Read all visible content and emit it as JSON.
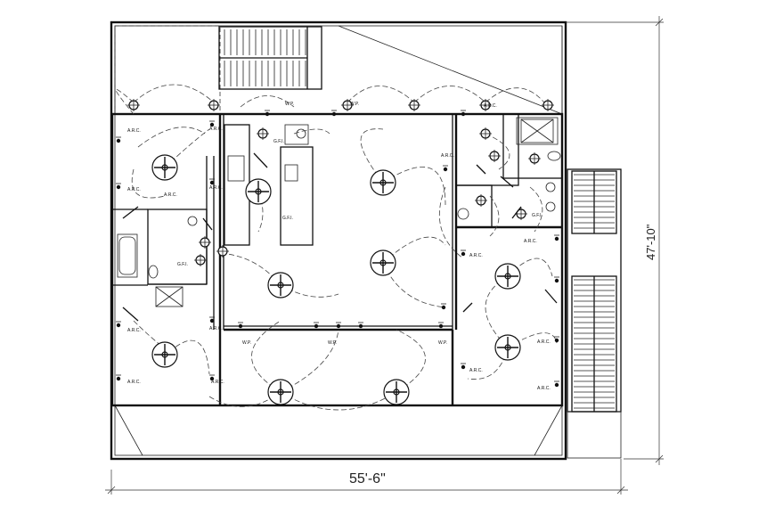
{
  "dimensions": {
    "width_label": "55'-6\"",
    "depth_label": "47'-10\""
  },
  "labels": {
    "arc": "A.R.C.",
    "gfi": "G.F.I.",
    "wp": "W.P."
  },
  "icons": [
    "ceiling-fan-icon",
    "light-fixture-icon",
    "outlet-icon",
    "switch-icon",
    "stair-icon"
  ]
}
